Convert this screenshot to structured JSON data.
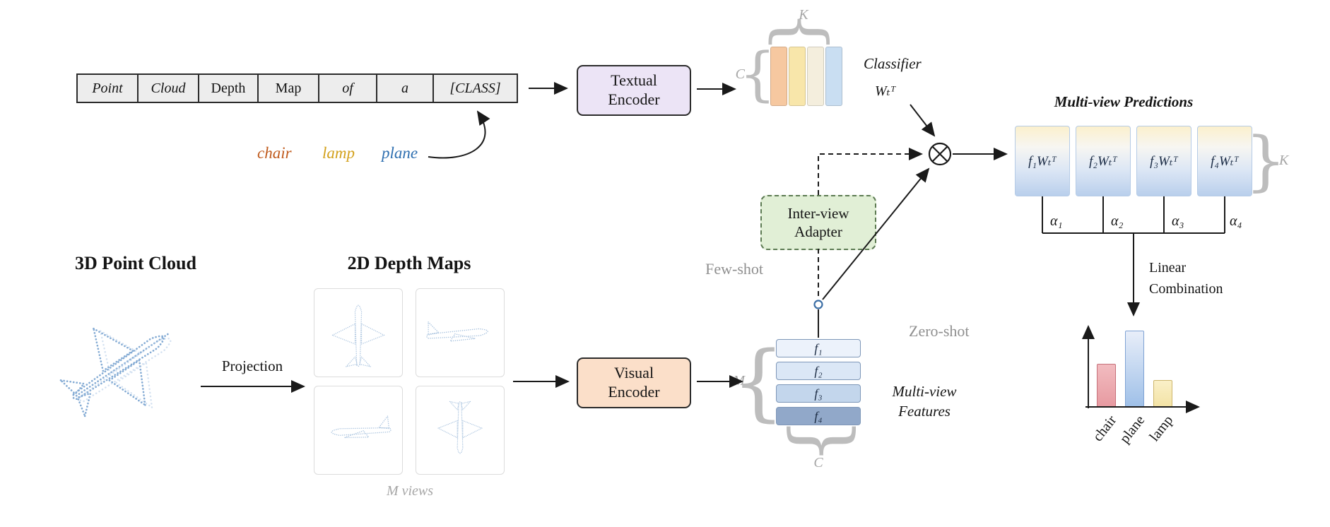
{
  "prompt": {
    "tokens": [
      {
        "text": "Point",
        "italic": true
      },
      {
        "text": "Cloud",
        "italic": true
      },
      {
        "text": "Depth",
        "italic": false
      },
      {
        "text": "Map",
        "italic": false
      },
      {
        "text": "of",
        "italic": true
      },
      {
        "text": "a",
        "italic": true
      },
      {
        "text": "[CLASS]",
        "italic": true
      }
    ],
    "class_words": [
      {
        "text": "chair",
        "color": "#c05a1c"
      },
      {
        "text": "lamp",
        "color": "#d3a11c"
      },
      {
        "text": "plane",
        "color": "#2e6fb0"
      }
    ]
  },
  "textual_encoder": {
    "line1": "Textual",
    "line2": "Encoder"
  },
  "visual_encoder": {
    "line1": "Visual",
    "line2": "Encoder"
  },
  "adapter": {
    "line1": "Inter-view",
    "line2": "Adapter"
  },
  "classifier": {
    "label": "Classifier",
    "weight": "Wₜᵀ",
    "k": "K",
    "c": "C",
    "colors": [
      "#f6c8a0",
      "#f8e6aa",
      "#f4eedd",
      "#c9def2"
    ]
  },
  "routes": {
    "few_shot": "Few-shot",
    "zero_shot": "Zero-shot"
  },
  "features": {
    "m": "M",
    "c": "C",
    "caption_line1": "Multi-view",
    "caption_line2": "Features",
    "rows": [
      {
        "label": "f₁",
        "color": "#ecf2fb"
      },
      {
        "label": "f₂",
        "color": "#dbe7f6"
      },
      {
        "label": "f₃",
        "color": "#c3d6ec"
      },
      {
        "label": "f₄",
        "color": "#91a8c9"
      }
    ]
  },
  "predictions": {
    "title": "Multi-view Predictions",
    "k": "K",
    "boxes": [
      "f₁Wₜᵀ",
      "f₂Wₜᵀ",
      "f₃Wₜᵀ",
      "f₄Wₜᵀ"
    ],
    "alphas": [
      "α₁",
      "α₂",
      "α₃",
      "α₄"
    ]
  },
  "combination": {
    "line1": "Linear",
    "line2": "Combination"
  },
  "result_chart": {
    "type": "bar",
    "categories": [
      "chair",
      "plane",
      "lamp"
    ],
    "values": [
      0.48,
      0.84,
      0.3
    ],
    "bar_fills": [
      {
        "from": "#f2bcc0",
        "to": "#e79aa1",
        "border": "#c6707a"
      },
      {
        "from": "#e8eef9",
        "to": "#9fc0e8",
        "border": "#7fa3d4"
      },
      {
        "from": "#faf0c8",
        "to": "#f3e3a6",
        "border": "#cdb56a"
      }
    ]
  },
  "left": {
    "pc_title": "3D Point Cloud",
    "dm_title": "2D Depth Maps",
    "projection": "Projection",
    "views_caption": "M views"
  }
}
